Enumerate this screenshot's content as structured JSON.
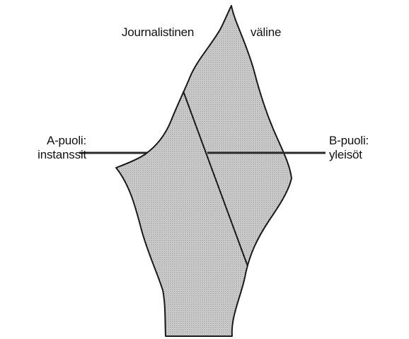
{
  "title_left": "Journalistinen",
  "title_right": "väline",
  "side_a": {
    "line1": "A-puoli:",
    "line2": "instanssit"
  },
  "side_b": {
    "line1": "B-puoli:",
    "line2": "yleisöt"
  },
  "colors": {
    "outline": "#1a1a1a",
    "fill": "#cfcfcf",
    "stipple": "#8a8a8a",
    "background": "#ffffff"
  }
}
